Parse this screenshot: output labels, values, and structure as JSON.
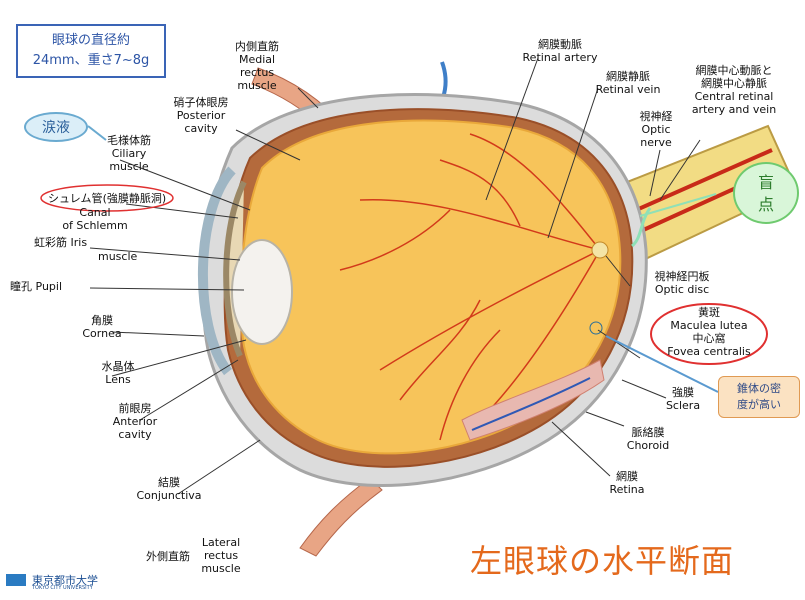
{
  "colors": {
    "accent_blue": "#3a64b6",
    "title_orange": "#e4691c",
    "blind_green": "#6fca6f",
    "highlight_red": "#e03030",
    "vessel_red": "#d23a1a"
  },
  "info_box": {
    "line1": "眼球の直径約",
    "line2": "24mm、重さ7~8g"
  },
  "tears_label": "涙液",
  "blind_spot": {
    "line1": "盲",
    "line2": "点"
  },
  "cone_note": {
    "line1": "錐体の密",
    "line2": "度が高い"
  },
  "title": "左眼球の水平断面",
  "logo": {
    "name": "東京都市大学",
    "sub": "TOKYO CITY UNIVERSITY",
    "icon": "university-logo"
  },
  "labels": {
    "medial_rectus": {
      "jp": "内側直筋",
      "en1": "Medial",
      "en2": "rectus",
      "en3": "muscle"
    },
    "retinal_artery": {
      "jp": "網膜動脈",
      "en": "Retinal artery"
    },
    "retinal_vein": {
      "jp": "網膜静脈",
      "en": "Retinal vein"
    },
    "central_vessels": {
      "jp1": "網膜中心動脈と",
      "jp2": "網膜中心静脈",
      "en1": "Central retinal",
      "en2": "artery and vein"
    },
    "optic_nerve": {
      "jp": "視神経",
      "en1": "Optic",
      "en2": "nerve"
    },
    "posterior_cavity": {
      "jp": "硝子体眼房",
      "en1": "Posterior",
      "en2": "cavity"
    },
    "ciliary_muscle": {
      "jp": "毛様体筋",
      "en1": "Ciliary",
      "en2": "muscle"
    },
    "schlemm": {
      "jp": "シュレム管",
      "jp_note": "(強膜静脈洞)",
      "en1": "Canal",
      "en2": "of Schlemm"
    },
    "iris": {
      "jp": "虹彩筋",
      "en1": "Iris",
      "en2": "muscle"
    },
    "pupil": {
      "jp": "瞳孔",
      "en": "Pupil"
    },
    "cornea": {
      "jp": "角膜",
      "en": "Cornea"
    },
    "lens": {
      "jp": "水晶体",
      "en": "Lens"
    },
    "anterior_cavity": {
      "jp": "前眼房",
      "en1": "Anterior",
      "en2": "cavity"
    },
    "conjunctiva": {
      "jp": "結膜",
      "en": "Conjunctiva"
    },
    "lateral_rectus": {
      "jp": "外側直筋",
      "en1": "Lateral",
      "en2": "rectus",
      "en3": "muscle"
    },
    "optic_disc": {
      "jp": "視神経円板",
      "en": "Optic disc"
    },
    "macula": {
      "jp": "黄斑",
      "en": "Maculea lutea",
      "jp2": "中心窩",
      "en2": "Fovea centralis"
    },
    "sclera": {
      "jp": "強膜",
      "en": "Sclera"
    },
    "choroid": {
      "jp": "脈絡膜",
      "en": "Choroid"
    },
    "retina": {
      "jp": "網膜",
      "en": "Retina"
    }
  }
}
